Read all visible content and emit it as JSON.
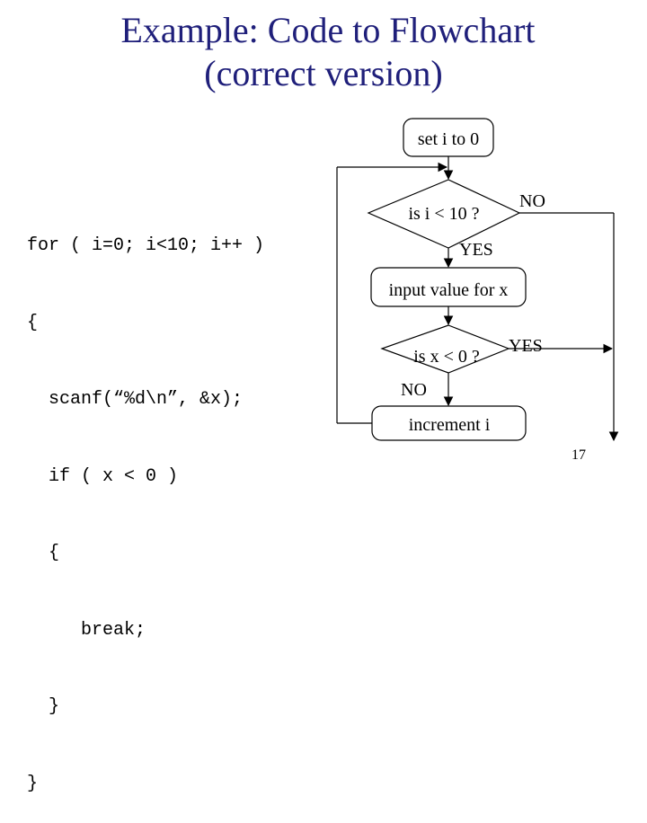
{
  "slide": {
    "title_line1": "Example: Code to Flowchart",
    "title_line2": "(correct version)",
    "page_number": "17"
  },
  "code": {
    "lines": [
      "for ( i=0; i<10; i++ )",
      "{",
      "  scanf(“%d\\n”, &x);",
      "  if ( x < 0 )",
      "  {",
      "     break;",
      "  }",
      "}"
    ]
  },
  "flowchart": {
    "init": "set i to 0",
    "loop_test": "is i < 10 ?",
    "loop_no": "NO",
    "loop_yes": "YES",
    "input": "input value for x",
    "neg_test": "is x < 0 ?",
    "neg_yes": "YES",
    "neg_no": "NO",
    "increment": "increment i"
  }
}
